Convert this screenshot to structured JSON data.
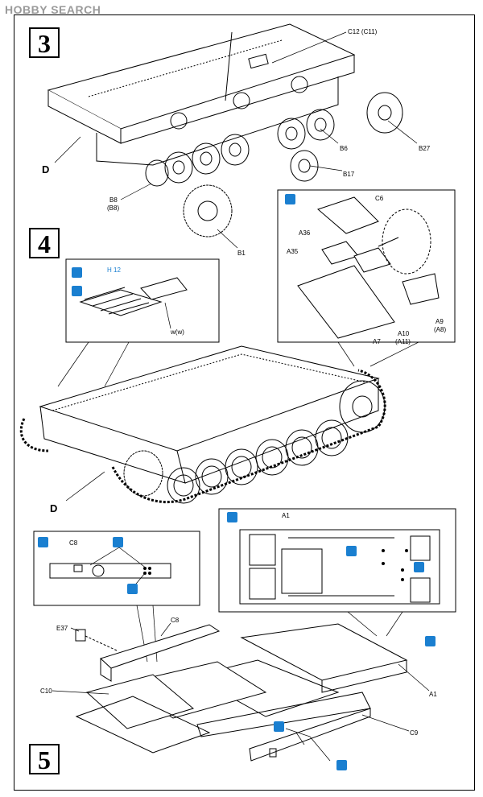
{
  "watermark": "HOBBY SEARCH",
  "steps": [
    "3",
    "4",
    "5"
  ],
  "step3": {
    "parts": {
      "c12": "C12 (C11)",
      "b6": "B6",
      "b27": "B27",
      "b17": "B17",
      "b8a": "B8",
      "b8b": "(B8)",
      "b1": "B1",
      "d": "D"
    }
  },
  "step4": {
    "parts": {
      "c6": "C6",
      "a36": "A36",
      "a35": "A35",
      "a7": "A7",
      "a10a": "A10",
      "a10b": "(A11)",
      "a9a": "A9",
      "a9b": "(A8)",
      "ww": "w(w)",
      "d": "D",
      "tracklink": "H 12"
    }
  },
  "step5": {
    "parts": {
      "c8a": "C8",
      "a1a": "A1",
      "e37": "E37",
      "c8b": "C8",
      "c10": "C10",
      "a1b": "A1",
      "c9": "C9"
    }
  },
  "colors": {
    "accent": "#1a7fd0",
    "line": "#000000",
    "watermark": "#9a9a9a"
  }
}
